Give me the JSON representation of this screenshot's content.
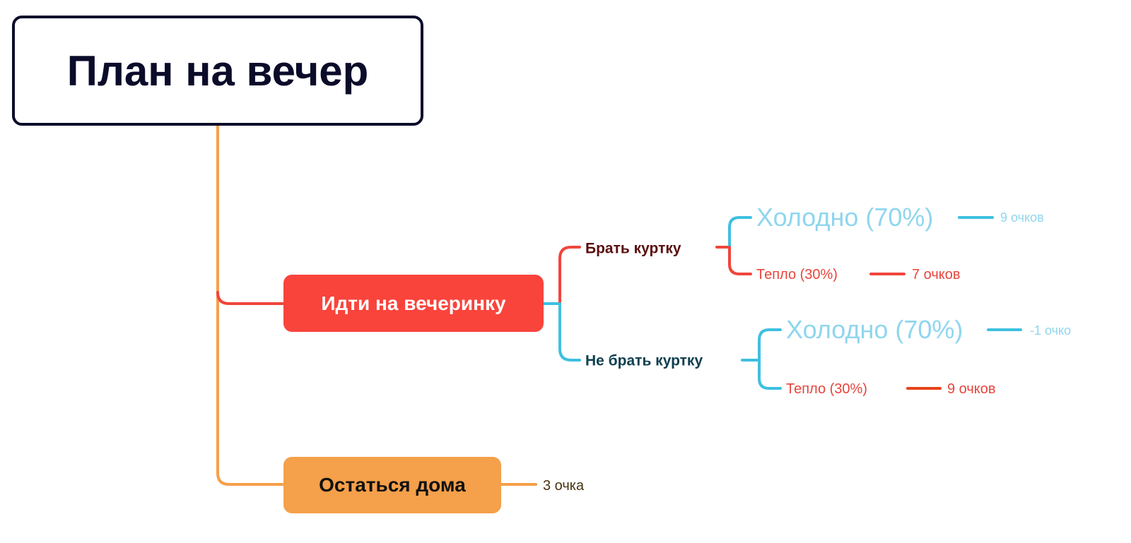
{
  "root": {
    "title": "План на вечер"
  },
  "options": [
    {
      "label": "Идти на вечеринку",
      "color": "#f9443c",
      "choices": [
        {
          "label": "Брать куртку",
          "outcomes": [
            {
              "label": "Холодно (70%)",
              "score": "9 очков"
            },
            {
              "label": "Тепло (30%)",
              "score": "7 очков"
            }
          ]
        },
        {
          "label": "Не брать куртку",
          "outcomes": [
            {
              "label": "Холодно (70%)",
              "score": "-1 очко"
            },
            {
              "label": "Тепло (30%)",
              "score": "9 очков"
            }
          ]
        }
      ]
    },
    {
      "label": "Остаться дома",
      "color": "#f5a04a",
      "score": "3 очка"
    }
  ],
  "colors": {
    "root_border": "#0b0b2a",
    "red": "#f0463c",
    "cyan": "#3ec0e0",
    "orange": "#f5a04a",
    "cold_text": "#8fd6ee"
  }
}
